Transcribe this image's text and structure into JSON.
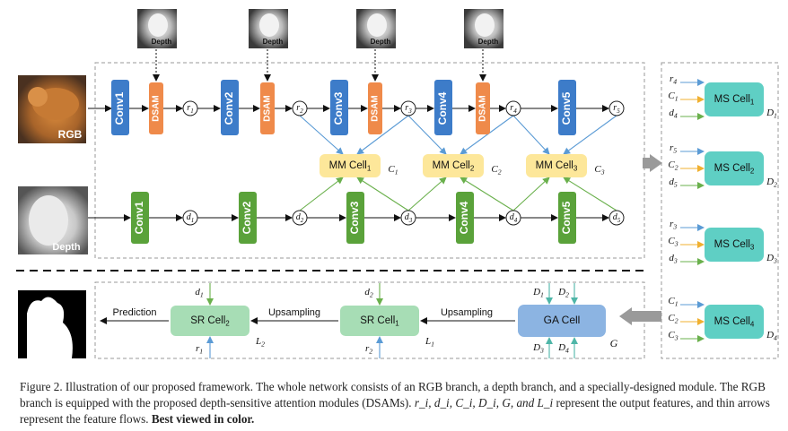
{
  "colors": {
    "conv_rgb": "#3d7cc9",
    "dsam": "#ef8a4a",
    "conv_depth": "#5aa23a",
    "mm_cell": "#fde79a",
    "ms_cell": "#5fcfc4",
    "sr_cell": "#a7ddb5",
    "ga_cell": "#8cb4e2",
    "arrow_blue": "#5b9bd5",
    "arrow_green": "#6ab04c",
    "arrow_orange": "#f0b030"
  },
  "inputs": {
    "rgb_label": "RGB",
    "depth_label": "Depth",
    "depth_thumb_label": "Depth"
  },
  "rgb_branch": {
    "convs": [
      "Conv1",
      "Conv2",
      "Conv3",
      "Conv4",
      "Conv5"
    ],
    "dsam": "DSAM",
    "features": [
      "r1",
      "r2",
      "r3",
      "r4",
      "r5"
    ]
  },
  "depth_branch": {
    "convs": [
      "Conv1",
      "Conv2",
      "Conv3",
      "Conv4",
      "Conv5"
    ],
    "features": [
      "d1",
      "d2",
      "d3",
      "d4",
      "d5"
    ]
  },
  "mm_cells": [
    {
      "name": "MM Cell",
      "sub": "1",
      "out": "C",
      "out_sub": "1"
    },
    {
      "name": "MM Cell",
      "sub": "2",
      "out": "C",
      "out_sub": "2"
    },
    {
      "name": "MM Cell",
      "sub": "3",
      "out": "C",
      "out_sub": "3"
    }
  ],
  "ms_cells": [
    {
      "name": "MS Cell",
      "sub": "1",
      "out": "D",
      "out_sub": "1",
      "inputs": [
        {
          "t": "r",
          "s": "4"
        },
        {
          "t": "C",
          "s": "1"
        },
        {
          "t": "d",
          "s": "4"
        }
      ]
    },
    {
      "name": "MS Cell",
      "sub": "2",
      "out": "D",
      "out_sub": "2",
      "inputs": [
        {
          "t": "r",
          "s": "5"
        },
        {
          "t": "C",
          "s": "2"
        },
        {
          "t": "d",
          "s": "5"
        }
      ]
    },
    {
      "name": "MS Cell",
      "sub": "3",
      "out": "D",
      "out_sub": "3",
      "inputs": [
        {
          "t": "r",
          "s": "3"
        },
        {
          "t": "C",
          "s": "3"
        },
        {
          "t": "d",
          "s": "3"
        }
      ]
    },
    {
      "name": "MS Cell",
      "sub": "4",
      "out": "D",
      "out_sub": "4",
      "inputs": [
        {
          "t": "C",
          "s": "1"
        },
        {
          "t": "C",
          "s": "2"
        },
        {
          "t": "C",
          "s": "3"
        }
      ]
    }
  ],
  "ga_cell": {
    "name": "GA Cell",
    "out": "G",
    "inputs_top": [
      {
        "t": "D",
        "s": "1"
      },
      {
        "t": "D",
        "s": "2"
      }
    ],
    "inputs_bottom": [
      {
        "t": "D",
        "s": "3"
      },
      {
        "t": "D",
        "s": "4"
      }
    ]
  },
  "sr_cells": [
    {
      "name": "SR Cell",
      "sub": "1",
      "out": "L",
      "out_sub": "1",
      "top": {
        "t": "d",
        "s": "2"
      },
      "bottom": {
        "t": "r",
        "s": "2"
      }
    },
    {
      "name": "SR Cell",
      "sub": "2",
      "out": "L",
      "out_sub": "2",
      "top": {
        "t": "d",
        "s": "1"
      },
      "bottom": {
        "t": "r",
        "s": "1"
      }
    }
  ],
  "upsampling": "Upsampling",
  "prediction": "Prediction",
  "caption": {
    "prefix": "Figure 2. Illustration of our proposed framework. The whole network consists of an RGB branch, a depth branch, and a specially-designed module. The RGB branch is equipped with the proposed depth-sensitive attention modules (DSAMs). ",
    "symbols": "r_i, d_i, C_i, D_i, G, and L_i",
    "middle": " represent the output features, and thin arrows represent the feature flows. ",
    "bold": "Best viewed in color."
  }
}
